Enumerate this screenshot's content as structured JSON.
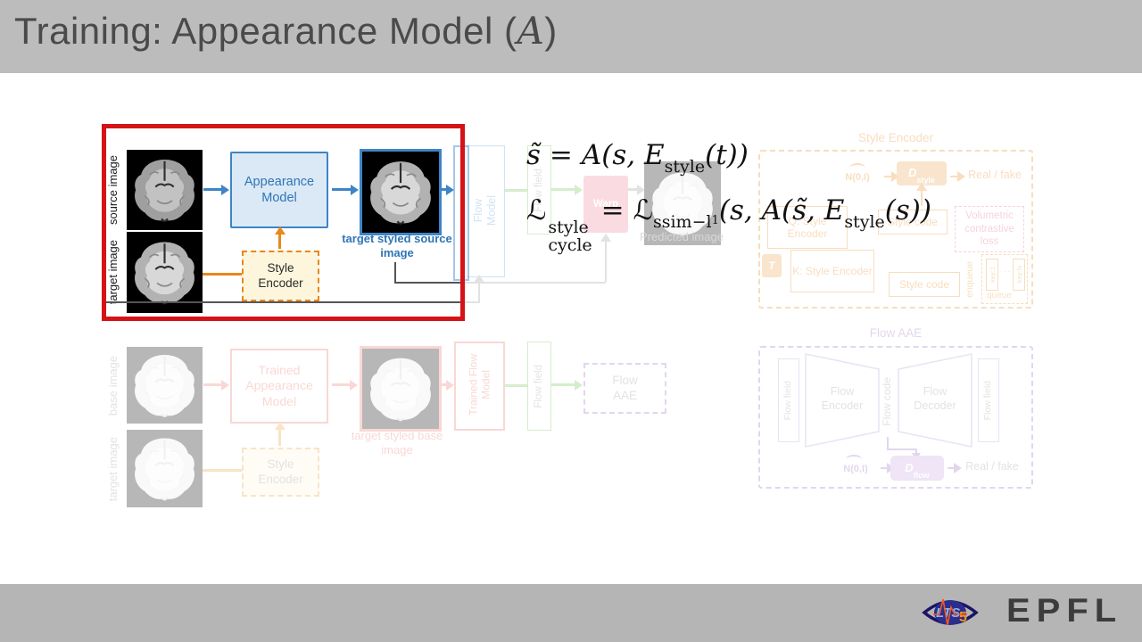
{
  "header": {
    "title_pre": "Training: Appearance Model (",
    "title_math": "A",
    "title_post": ")"
  },
  "row1": {
    "source_label": "source image",
    "target_label": "target image",
    "model": "Appearance Model",
    "style_encoder": "Style Encoder",
    "output_label": "target styled source image",
    "flow_model": "Flow Model",
    "flow_field": "Flow field",
    "warp": "Warp",
    "predicted_label": "Predicted image"
  },
  "formulas": {
    "line1": {
      "lhs": "s̃",
      "equals": "=",
      "script_a": "A",
      "open": "(s,",
      "E": "E",
      "sub_style": "style",
      "close": "(t))"
    },
    "line2": {
      "L": "ℒ",
      "sup": "style",
      "sub": "cycle",
      "equals": "=",
      "L2": "ℒ",
      "sub2": "ssim−",
      "sub2_l": "l",
      "sub2_1": "1",
      "mid": "(s,",
      "script_a": "A",
      "mid2": "(s̃,",
      "E": "E",
      "sub_style": "style",
      "close": "(s))"
    }
  },
  "style_encoder_detail": {
    "title": "Style Encoder",
    "noise": "N(0,I)",
    "d_style_main": "D",
    "d_style_sub": "style",
    "real_fake": "Real / fake",
    "q_encoder": "Q: Style Encoder",
    "style_code_top": "Style code",
    "contrastive_loss": "Volumetric contrastive loss",
    "t_label": "T",
    "k_encoder": "K: Style Encoder",
    "style_code_bottom": "Style code",
    "enqueue": "enqueue",
    "queue": "queue",
    "key_first": "key:1",
    "key_dots": "· · ·",
    "key_last": "key:N"
  },
  "row2": {
    "base_label": "base image",
    "target_label": "target image",
    "model": "Trained Appearance Model",
    "style_encoder": "Style Encoder",
    "output_label": "target styled base image",
    "trained_flow_model": "Trained Flow Model",
    "flow_field": "Flow field",
    "flow_aae": "Flow AAE"
  },
  "flow_aae_detail": {
    "title": "Flow AAE",
    "flow_field_in": "Flow field",
    "flow_encoder": "Flow Encoder",
    "flow_code": "Flow code",
    "flow_decoder": "Flow Decoder",
    "flow_field_out": "Flow field",
    "noise": "N(0,I)",
    "d_flow_main": "D",
    "d_flow_sub": "flow",
    "real_fake": "Real / fake"
  },
  "footer": {
    "lts": "LTS",
    "five": "5",
    "epfl": "EPFL"
  },
  "colors": {
    "highlight_red": "#d51317",
    "blue": "#3d85c6",
    "blue_text": "#2e75b6",
    "blue_fill": "#dbe9f6",
    "orange": "#e8881c",
    "cream": "#fdf6dd",
    "green": "#6abf4b",
    "salmon": "#e8756a",
    "purple": "#9a6fc0",
    "pink": "#e06080",
    "header_gray": "#bcbcbc",
    "footer_gray": "#b5b5b5",
    "title_color": "#4a4a4a",
    "formula_color": "#111111"
  }
}
